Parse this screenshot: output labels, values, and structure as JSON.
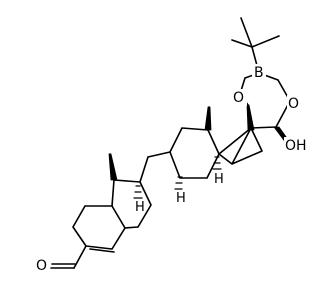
{
  "molecule": {
    "labels": {
      "boron": "B",
      "ring_oxygen_left": "O",
      "ring_oxygen_right": "O",
      "hydroxyl": "OH",
      "ketone_oxygen": "O",
      "stereo_h_c8": "H",
      "stereo_h_c9": "H",
      "stereo_h_c14": "H"
    },
    "colors": {
      "bond": "#000000",
      "text": "#000000",
      "background": "#ffffff"
    }
  }
}
